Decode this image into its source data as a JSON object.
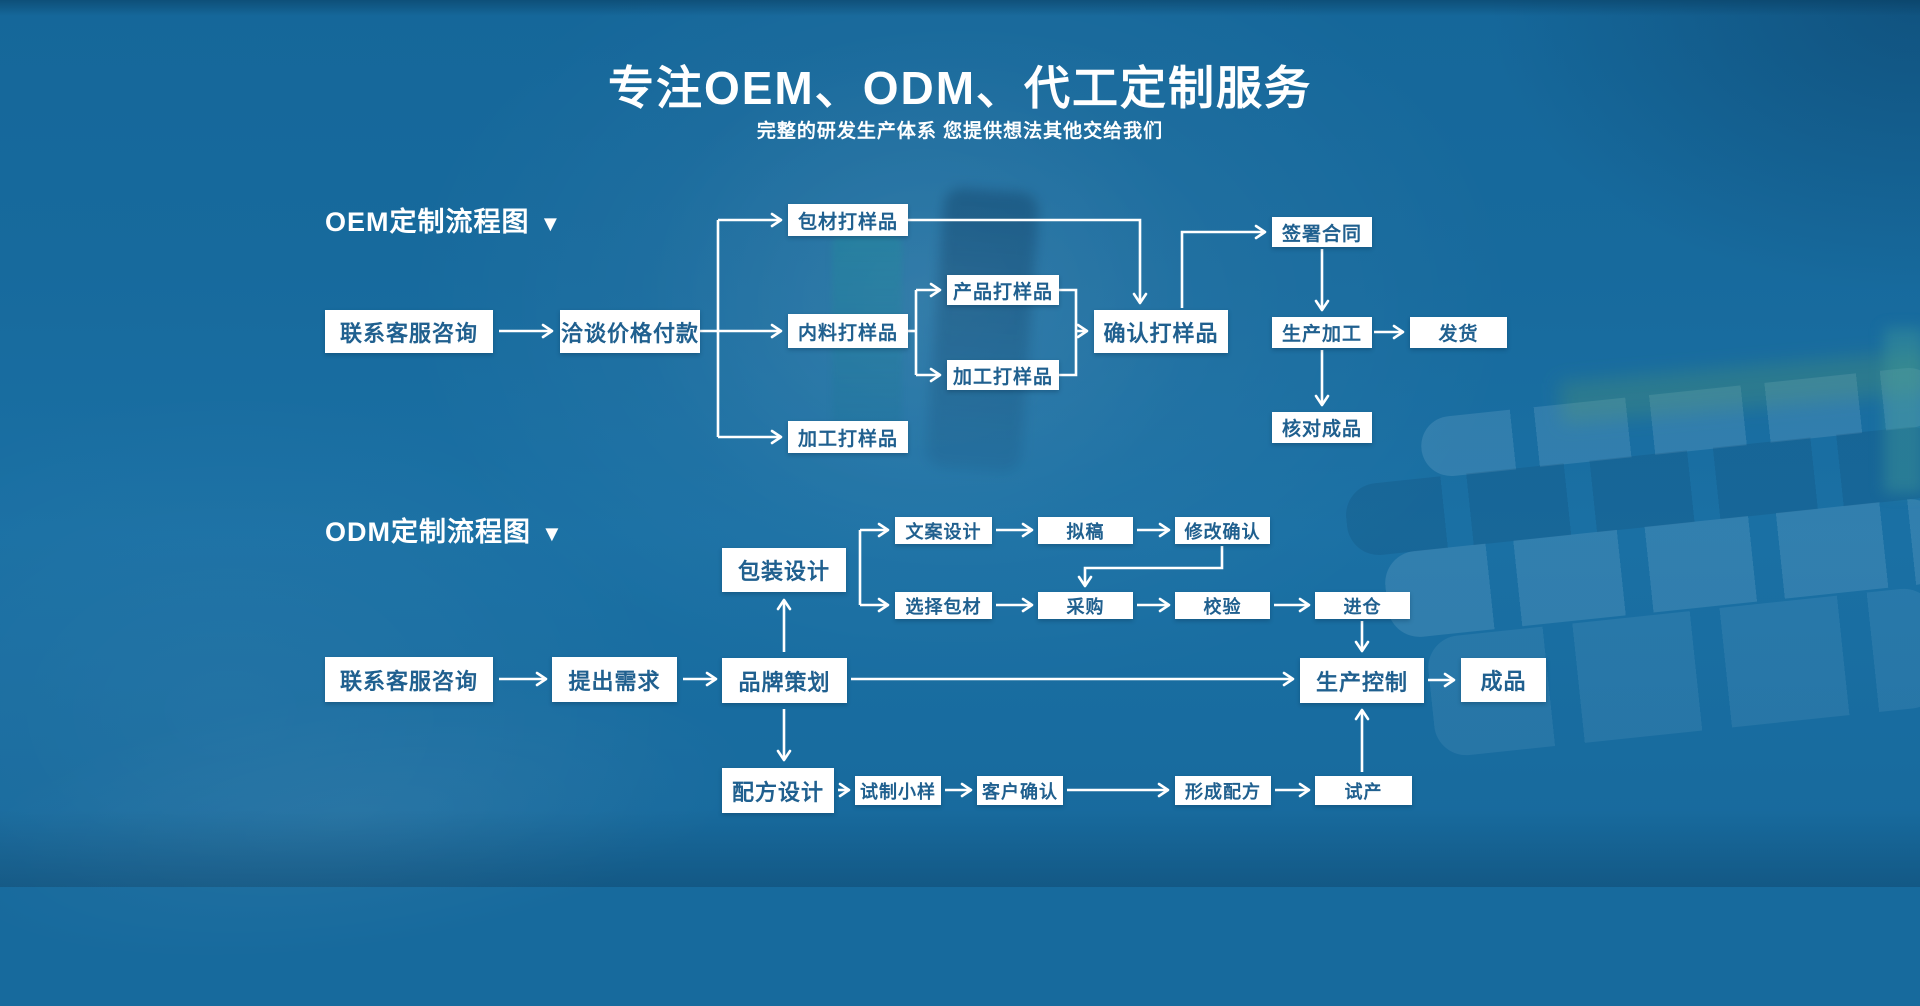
{
  "header": {
    "title": "专注OEM、ODM、代工定制服务",
    "subtitle": "完整的研发生产体系 您提供想法其他交给我们"
  },
  "oem": {
    "section_label": "OEM定制流程图",
    "section_marker": "▼",
    "nodes": {
      "contact": "联系客服咨询",
      "negotiate_price": "洽谈价格付款",
      "packaging_sample": "包材打样品",
      "inner_material_sample": "内料打样品",
      "processing_sample_branch": "加工打样品",
      "product_sample": "产品打样品",
      "processing_sample": "加工打样品",
      "confirm_sample": "确认打样品",
      "sign_contract": "签署合同",
      "production_processing": "生产加工",
      "shipping": "发货",
      "check_finished_goods": "核对成品"
    }
  },
  "odm": {
    "section_label": "ODM定制流程图",
    "section_marker": "▼",
    "nodes": {
      "contact": "联系客服咨询",
      "raise_requirements": "提出需求",
      "brand_planning": "品牌策划",
      "packaging_design": "包装设计",
      "copy_design": "文案设计",
      "draft": "拟稿",
      "revision_confirm": "修改确认",
      "select_packaging": "选择包材",
      "purchasing": "采购",
      "inspection": "校验",
      "warehousing": "进仓",
      "production_control": "生产控制",
      "finished_product": "成品",
      "formula_design": "配方设计",
      "trial_sample": "试制小样",
      "client_confirm": "客户确认",
      "form_formula": "形成配方",
      "trial_production": "试产"
    }
  },
  "colors": {
    "background": "#176a9d",
    "box_background": "#ffffff",
    "box_text": "#20608f",
    "line": "#ffffff",
    "title_text": "#ffffff"
  }
}
